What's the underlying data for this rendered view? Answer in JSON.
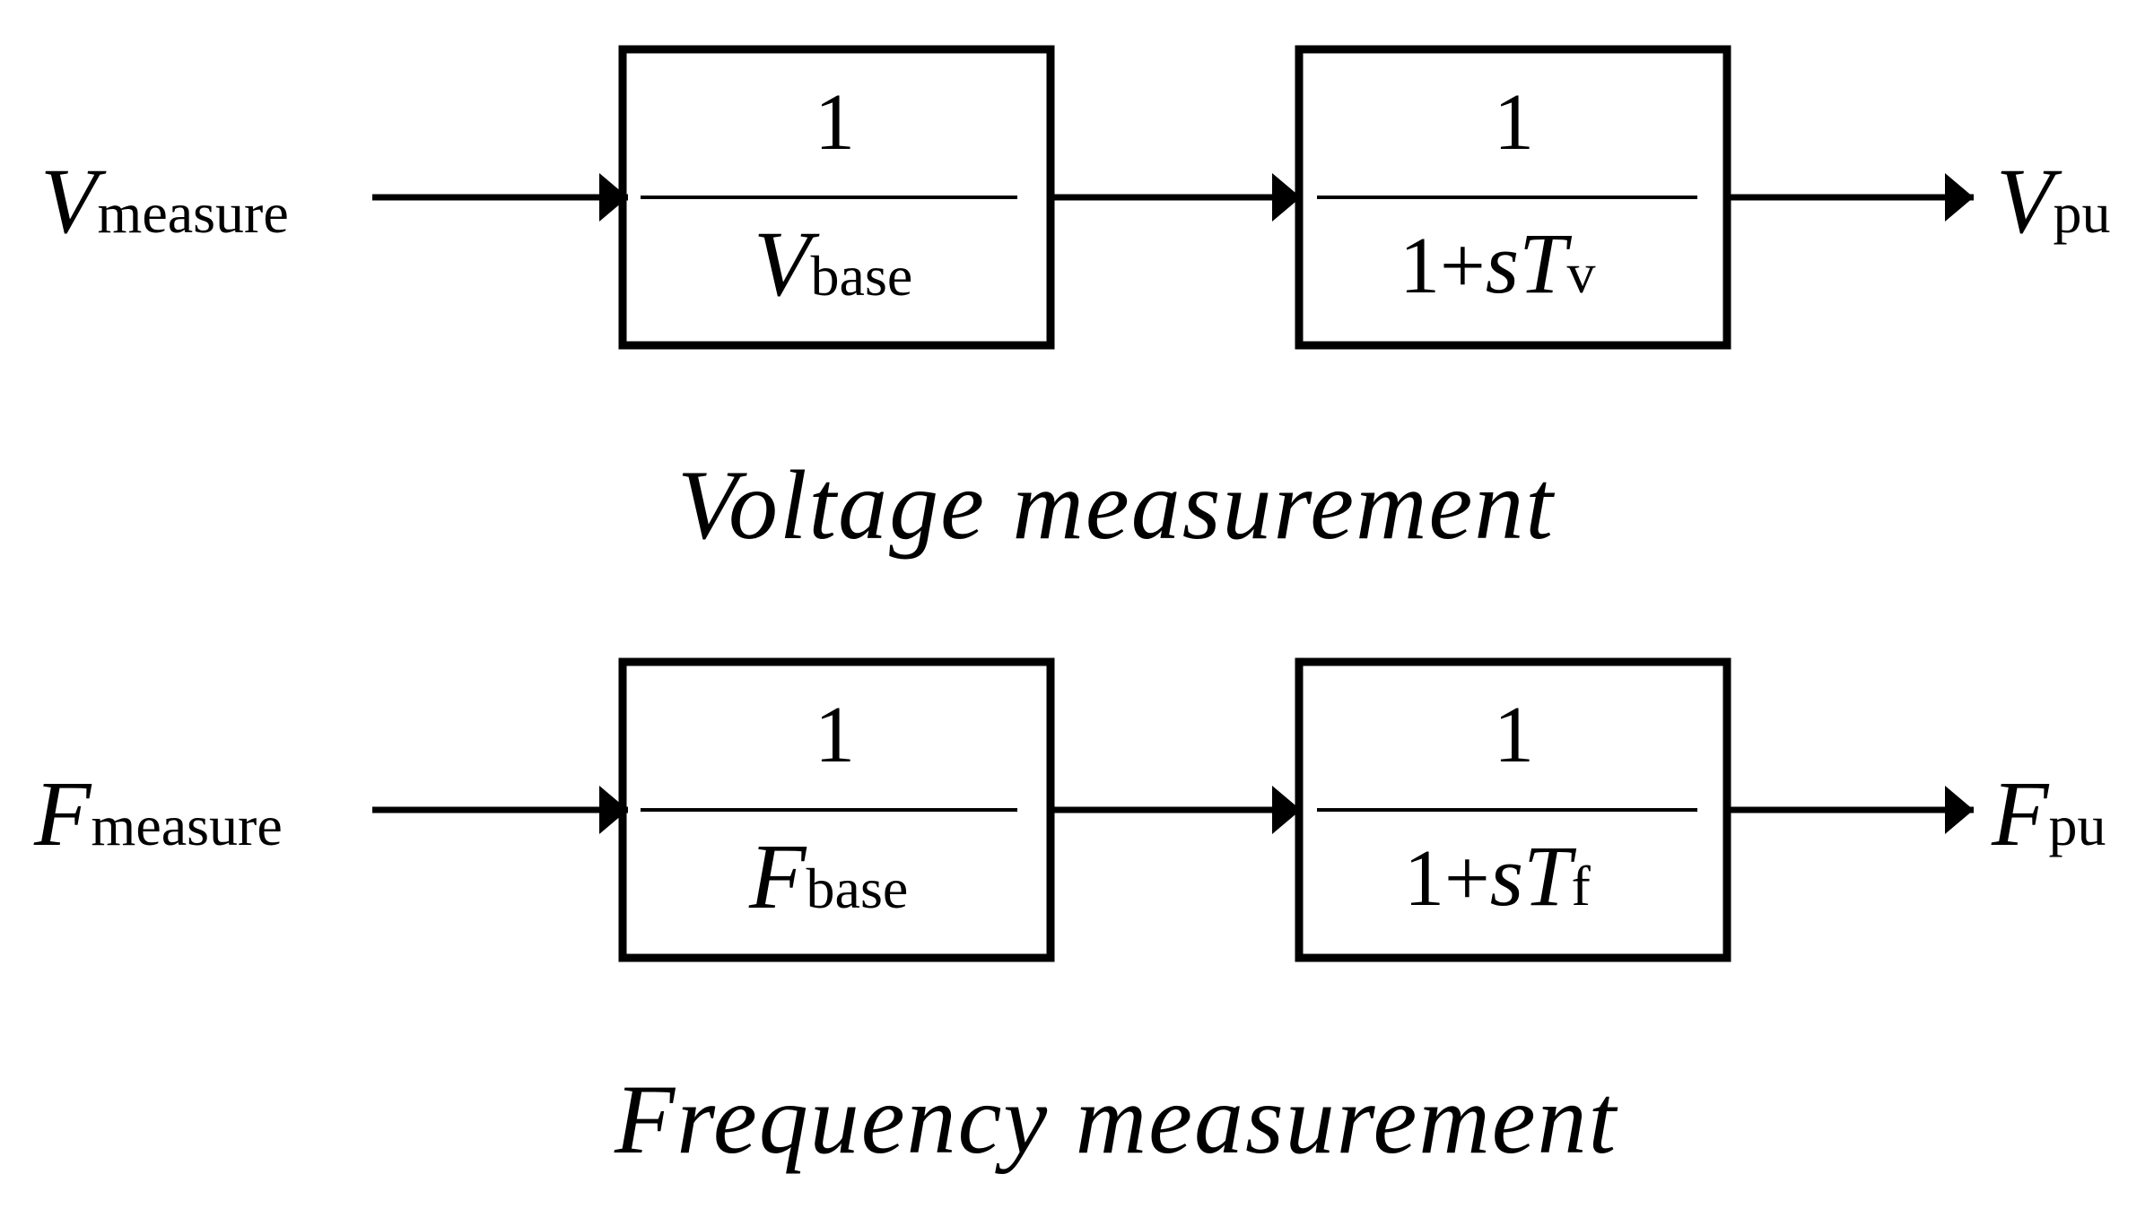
{
  "diagram": {
    "rows": [
      {
        "input": {
          "symbol": "V",
          "subscript": "measure"
        },
        "block1": {
          "numerator": "1",
          "den_symbol": "V",
          "den_subscript": "base"
        },
        "block2": {
          "numerator": "1",
          "den_prefix": "1+",
          "den_s": "s",
          "den_symbol": "T",
          "den_subscript": "v"
        },
        "output": {
          "symbol": "V",
          "subscript": "pu"
        },
        "caption": "Voltage measurement"
      },
      {
        "input": {
          "symbol": "F",
          "subscript": "measure"
        },
        "block1": {
          "numerator": "1",
          "den_symbol": "F",
          "den_subscript": "base"
        },
        "block2": {
          "numerator": "1",
          "den_prefix": "1+",
          "den_s": "s",
          "den_symbol": "T",
          "den_subscript": "f"
        },
        "output": {
          "symbol": "F",
          "subscript": "pu"
        },
        "caption": "Frequency measurement"
      }
    ]
  },
  "colors": {
    "stroke": "#000000",
    "background": "#ffffff"
  }
}
